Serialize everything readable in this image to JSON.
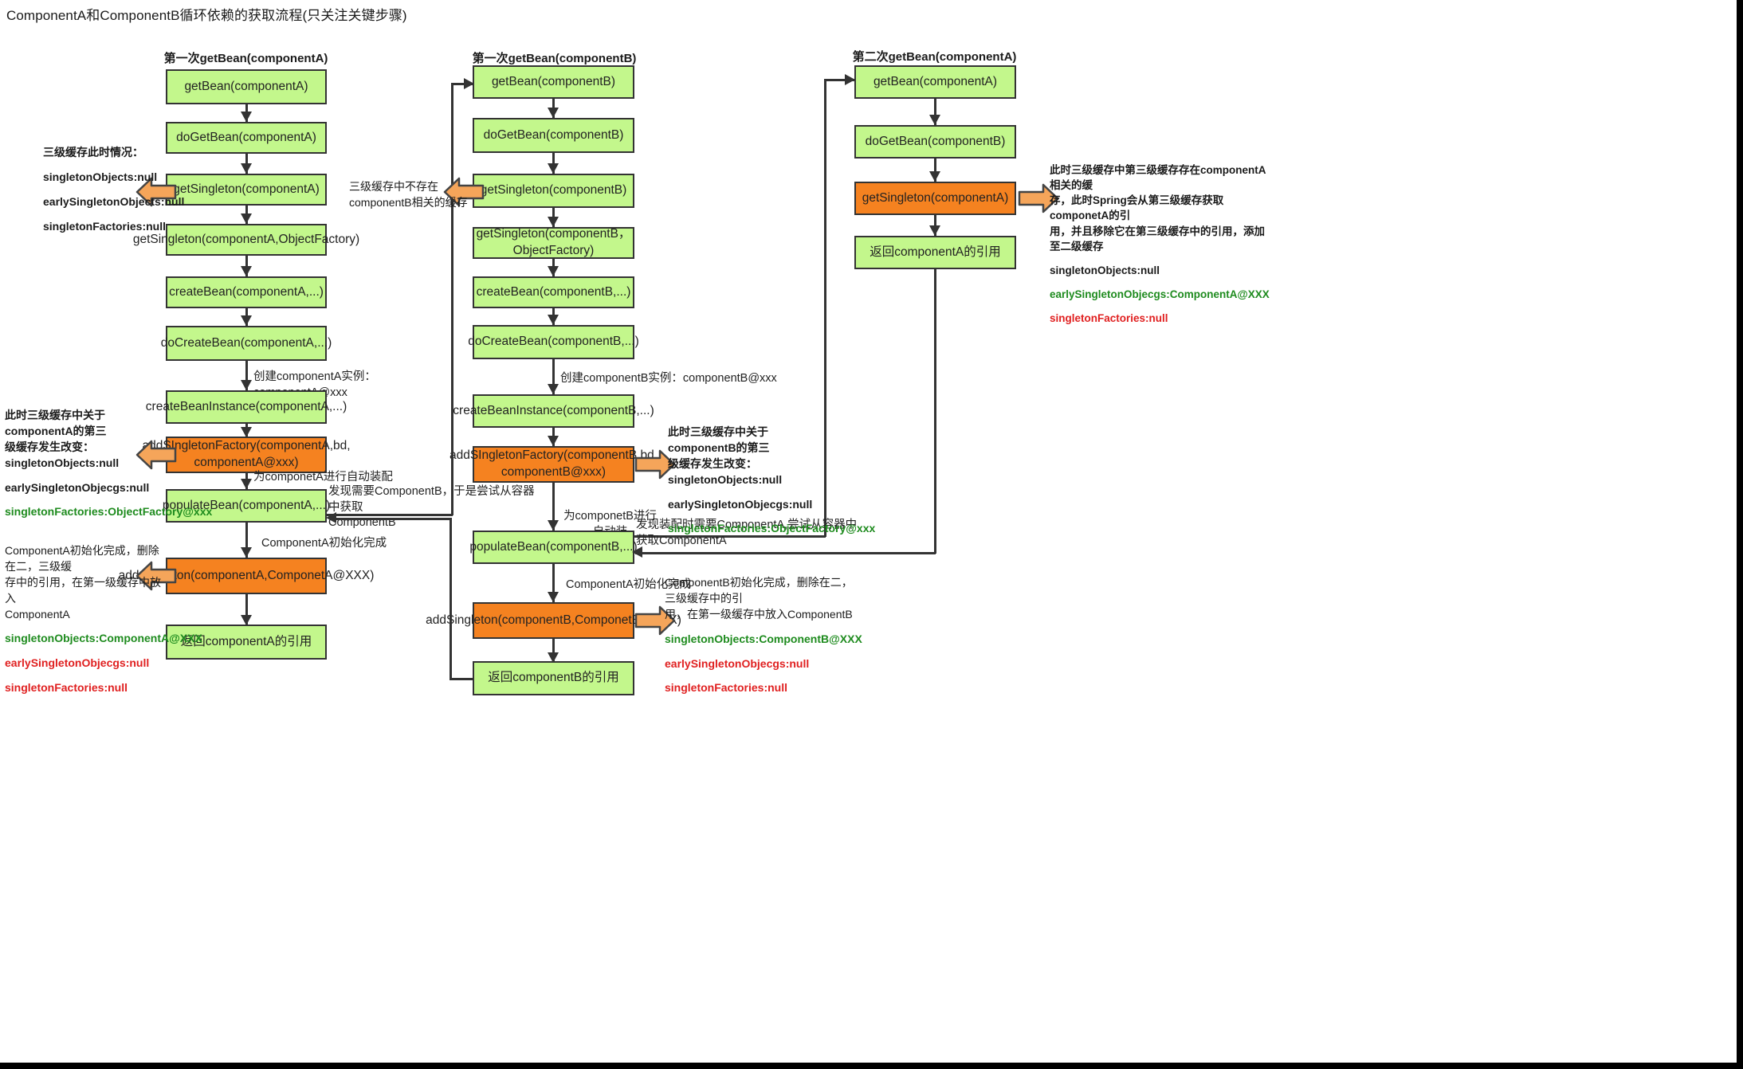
{
  "title": "ComponentA和ComponentB循环依赖的获取流程(只关注关键步骤)",
  "columns": [
    {
      "id": "col-a-first",
      "heading": "第一次getBean(componentA)",
      "nodes": [
        {
          "id": "a1",
          "label": "getBean(componentA)",
          "color": "green"
        },
        {
          "id": "a2",
          "label": "doGetBean(componentA)",
          "color": "green"
        },
        {
          "id": "a3",
          "label": "getSingleton(componentA)",
          "color": "green"
        },
        {
          "id": "a4",
          "label": "getSingleton(componentA,ObjectFactory)",
          "color": "green"
        },
        {
          "id": "a5",
          "label": "createBean(componentA,...)",
          "color": "green"
        },
        {
          "id": "a6",
          "label": "doCreateBean(componentA,...)",
          "color": "green"
        },
        {
          "id": "a7",
          "label": "createBeanInstance(componentA,...)",
          "color": "green"
        },
        {
          "id": "a8",
          "label": "addSIngletonFactory(componentA,bd, componentA@xxx)",
          "color": "orange"
        },
        {
          "id": "a9",
          "label": "populateBean(componentA,...)",
          "color": "green"
        },
        {
          "id": "a10",
          "label": "addSingleton(componentA,ComponetA@XXX)",
          "color": "orange"
        },
        {
          "id": "a11",
          "label": "返回componentA的引用",
          "color": "green"
        }
      ],
      "edge_labels": [
        {
          "id": "a-edge-create-instance",
          "text": "创建componentA实例：componentA@xxx"
        },
        {
          "id": "a-edge-autowire",
          "text": "为componetA进行自动装配"
        },
        {
          "id": "a-edge-init-done",
          "text": "ComponentA初始化完成"
        }
      ]
    },
    {
      "id": "col-b-first",
      "heading": "第一次getBean(componentB)",
      "nodes": [
        {
          "id": "b1",
          "label": "getBean(componentB)",
          "color": "green"
        },
        {
          "id": "b2",
          "label": "doGetBean(componentB)",
          "color": "green"
        },
        {
          "id": "b3",
          "label": "getSingleton(componentB)",
          "color": "green"
        },
        {
          "id": "b4",
          "label": "getSingleton(componentB， ObjectFactory)",
          "color": "green"
        },
        {
          "id": "b5",
          "label": "createBean(componentB,...)",
          "color": "green"
        },
        {
          "id": "b6",
          "label": "doCreateBean(componentB,...)",
          "color": "green"
        },
        {
          "id": "b7",
          "label": "createBeanInstance(componentB,...)",
          "color": "green"
        },
        {
          "id": "b8",
          "label": "addSIngletonFactory(componentB,bd, componentB@xxx)",
          "color": "orange"
        },
        {
          "id": "b9",
          "label": "populateBean(componentB,...)",
          "color": "green"
        },
        {
          "id": "b10",
          "label": "addSingleton(componentB,ComponetB@XXX)",
          "color": "orange"
        },
        {
          "id": "b11",
          "label": "返回componentB的引用",
          "color": "green"
        }
      ],
      "edge_labels": [
        {
          "id": "b-edge-create-instance",
          "text": "创建componentB实例：componentB@xxx"
        },
        {
          "id": "b-edge-autowire",
          "text": "为componetB进行自动装\n配"
        },
        {
          "id": "b-edge-init-done",
          "text": "ComponentA初始化完成"
        }
      ]
    },
    {
      "id": "col-a-second",
      "heading": "第二次getBean(componentA)",
      "nodes": [
        {
          "id": "c1",
          "label": "getBean(componentA)",
          "color": "green"
        },
        {
          "id": "c2",
          "label": "doGetBean(componentB)",
          "color": "green"
        },
        {
          "id": "c3",
          "label": "getSingleton(componentA)",
          "color": "orange"
        },
        {
          "id": "c4",
          "label": "返回componentA的引用",
          "color": "green"
        }
      ],
      "edge_labels": []
    }
  ],
  "cross_labels": [
    {
      "id": "a-to-b-label",
      "text": "发现需要ComponentB，于是尝试从容器中获取\nComponentB"
    },
    {
      "id": "b-to-c-label",
      "text": "发现装配时需要ComponentA,尝试从容器中获取ComponentA"
    }
  ],
  "annotations": [
    {
      "id": "annot-a-initial-cache",
      "header": "三级缓存此时情况：",
      "lines": [
        {
          "text": "singletonObjects:null",
          "style": "plain"
        },
        {
          "text": "earlySingletonObjects:null",
          "style": "plain"
        },
        {
          "text": "singletonFactories:null",
          "style": "plain"
        }
      ]
    },
    {
      "id": "annot-b-no-cache",
      "header": "三级缓存中不存在\ncomponentB相关的缓存",
      "header_weight": "normal",
      "lines": []
    },
    {
      "id": "annot-a-third-cache-changed",
      "header": "此时三级缓存中关于componentA的第三\n级缓存发生改变：\nsingletonObjects:null",
      "lines": [
        {
          "text": "earlySingletonObjecgs:null",
          "style": "plain"
        },
        {
          "text": "singletonFactories:ObjectFactory@xxx",
          "style": "green"
        }
      ]
    },
    {
      "id": "annot-a-init-complete",
      "header": "ComponentA初始化完成，删除在二，三级缓\n存中的引用，在第一级缓存中放入\nComponentA",
      "header_weight": "normal",
      "lines": [
        {
          "text": "singletonObjects:ComponentA@XXX",
          "style": "green"
        },
        {
          "text": "earlySingletonObjecgs:null",
          "style": "red"
        },
        {
          "text": "singletonFactories:null",
          "style": "red"
        }
      ]
    },
    {
      "id": "annot-b-third-cache-changed",
      "header": "此时三级缓存中关于componentB的第三\n级缓存发生改变：\nsingletonObjects:null",
      "lines": [
        {
          "text": "earlySingletonObjecgs:null",
          "style": "plain"
        },
        {
          "text": "singletonFactories:ObjectFactory@xxx",
          "style": "green"
        }
      ]
    },
    {
      "id": "annot-b-init-complete",
      "header": "ComponentB初始化完成，删除在二，三级缓存中的引\n用，在第一级缓存中放入ComponentB",
      "header_weight": "normal",
      "lines": [
        {
          "text": "singletonObjects:ComponentB@XXX",
          "style": "green"
        },
        {
          "text": "earlySingletonObjecgs:null",
          "style": "red"
        },
        {
          "text": "singletonFactories:null",
          "style": "red"
        }
      ]
    },
    {
      "id": "annot-a-second-get",
      "header": "此时三级缓存中第三级缓存存在componentA相关的缓\n存，此时Spring会从第三级缓存获取componetA的引\n用，并且移除它在第三级缓存中的引用，添加至二级缓存",
      "header_weight": "normal",
      "lines": [
        {
          "text": "singletonObjects:null",
          "style": "plain"
        },
        {
          "text": "earlySingletonObjecgs:ComponentA@XXX",
          "style": "green"
        },
        {
          "text": "singletonFactories:null",
          "style": "red"
        }
      ]
    }
  ],
  "colors": {
    "node_green": "#c3f78c",
    "node_orange": "#f58220",
    "callout_arrow": "#f5a55a",
    "stroke": "#333333",
    "green_text": "#1e8b1e",
    "red_text": "#e02020"
  }
}
